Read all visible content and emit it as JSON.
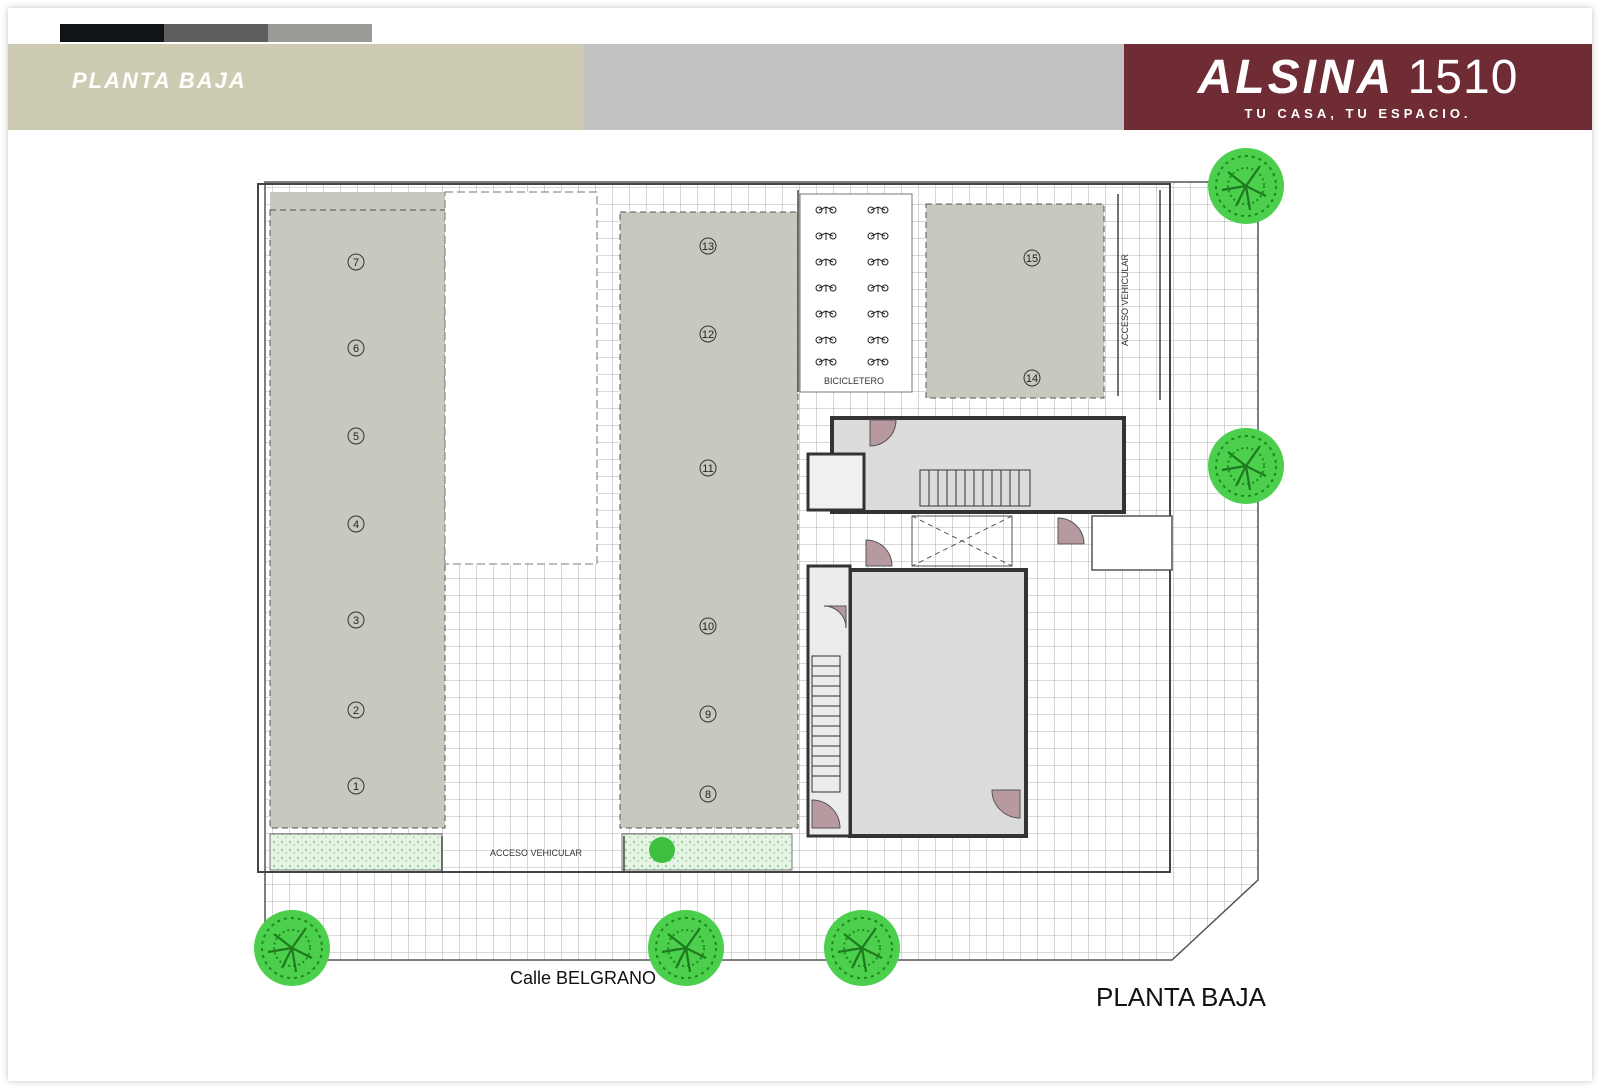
{
  "header": {
    "page_label": "PLANTA BAJA",
    "swatch_colors": [
      "#0f1418",
      "#5e5e5e",
      "#9a9a96"
    ]
  },
  "brand": {
    "name": "ALSINA",
    "number": "1510",
    "tagline": "TU CASA, TU ESPACIO."
  },
  "plan": {
    "title": "PLANTA BAJA",
    "street": "Calle BELGRANO",
    "labels": {
      "vehicle_access_bottom": "ACCESO VEHICULAR",
      "vehicle_access_side": "ACCESO VEHICULAR",
      "bike_storage": "BICICLETERO"
    },
    "parking_spots": [
      "1",
      "2",
      "3",
      "4",
      "5",
      "6",
      "7",
      "8",
      "9",
      "10",
      "11",
      "12",
      "13",
      "14",
      "15"
    ],
    "colors": {
      "parking_fill": "#c9c8bf",
      "hall_fill": "#dcdcdc",
      "tree_green": "#3fc23f",
      "door_fill": "#b79aa0",
      "wall": "#444444"
    }
  }
}
